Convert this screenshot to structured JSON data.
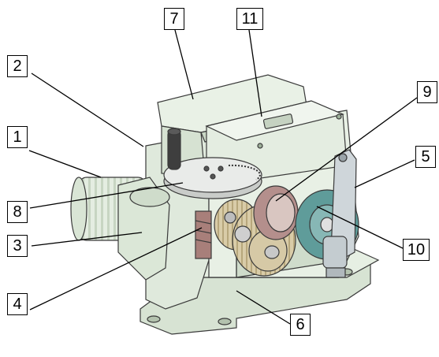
{
  "callouts": [
    {
      "id": "1",
      "label": "1"
    },
    {
      "id": "2",
      "label": "2"
    },
    {
      "id": "3",
      "label": "3"
    },
    {
      "id": "4",
      "label": "4"
    },
    {
      "id": "5",
      "label": "5"
    },
    {
      "id": "6",
      "label": "6"
    },
    {
      "id": "7",
      "label": "7"
    },
    {
      "id": "8",
      "label": "8"
    },
    {
      "id": "9",
      "label": "9"
    },
    {
      "id": "10",
      "label": "10"
    },
    {
      "id": "11",
      "label": "11"
    }
  ],
  "colors": {
    "housing": "#dfe9dc",
    "housing_shade": "#b9c9b4",
    "gear": "#d6c9a6",
    "disk": "#5f9c9a",
    "arm": "#cfd6da",
    "outline": "#3a3a3a"
  }
}
